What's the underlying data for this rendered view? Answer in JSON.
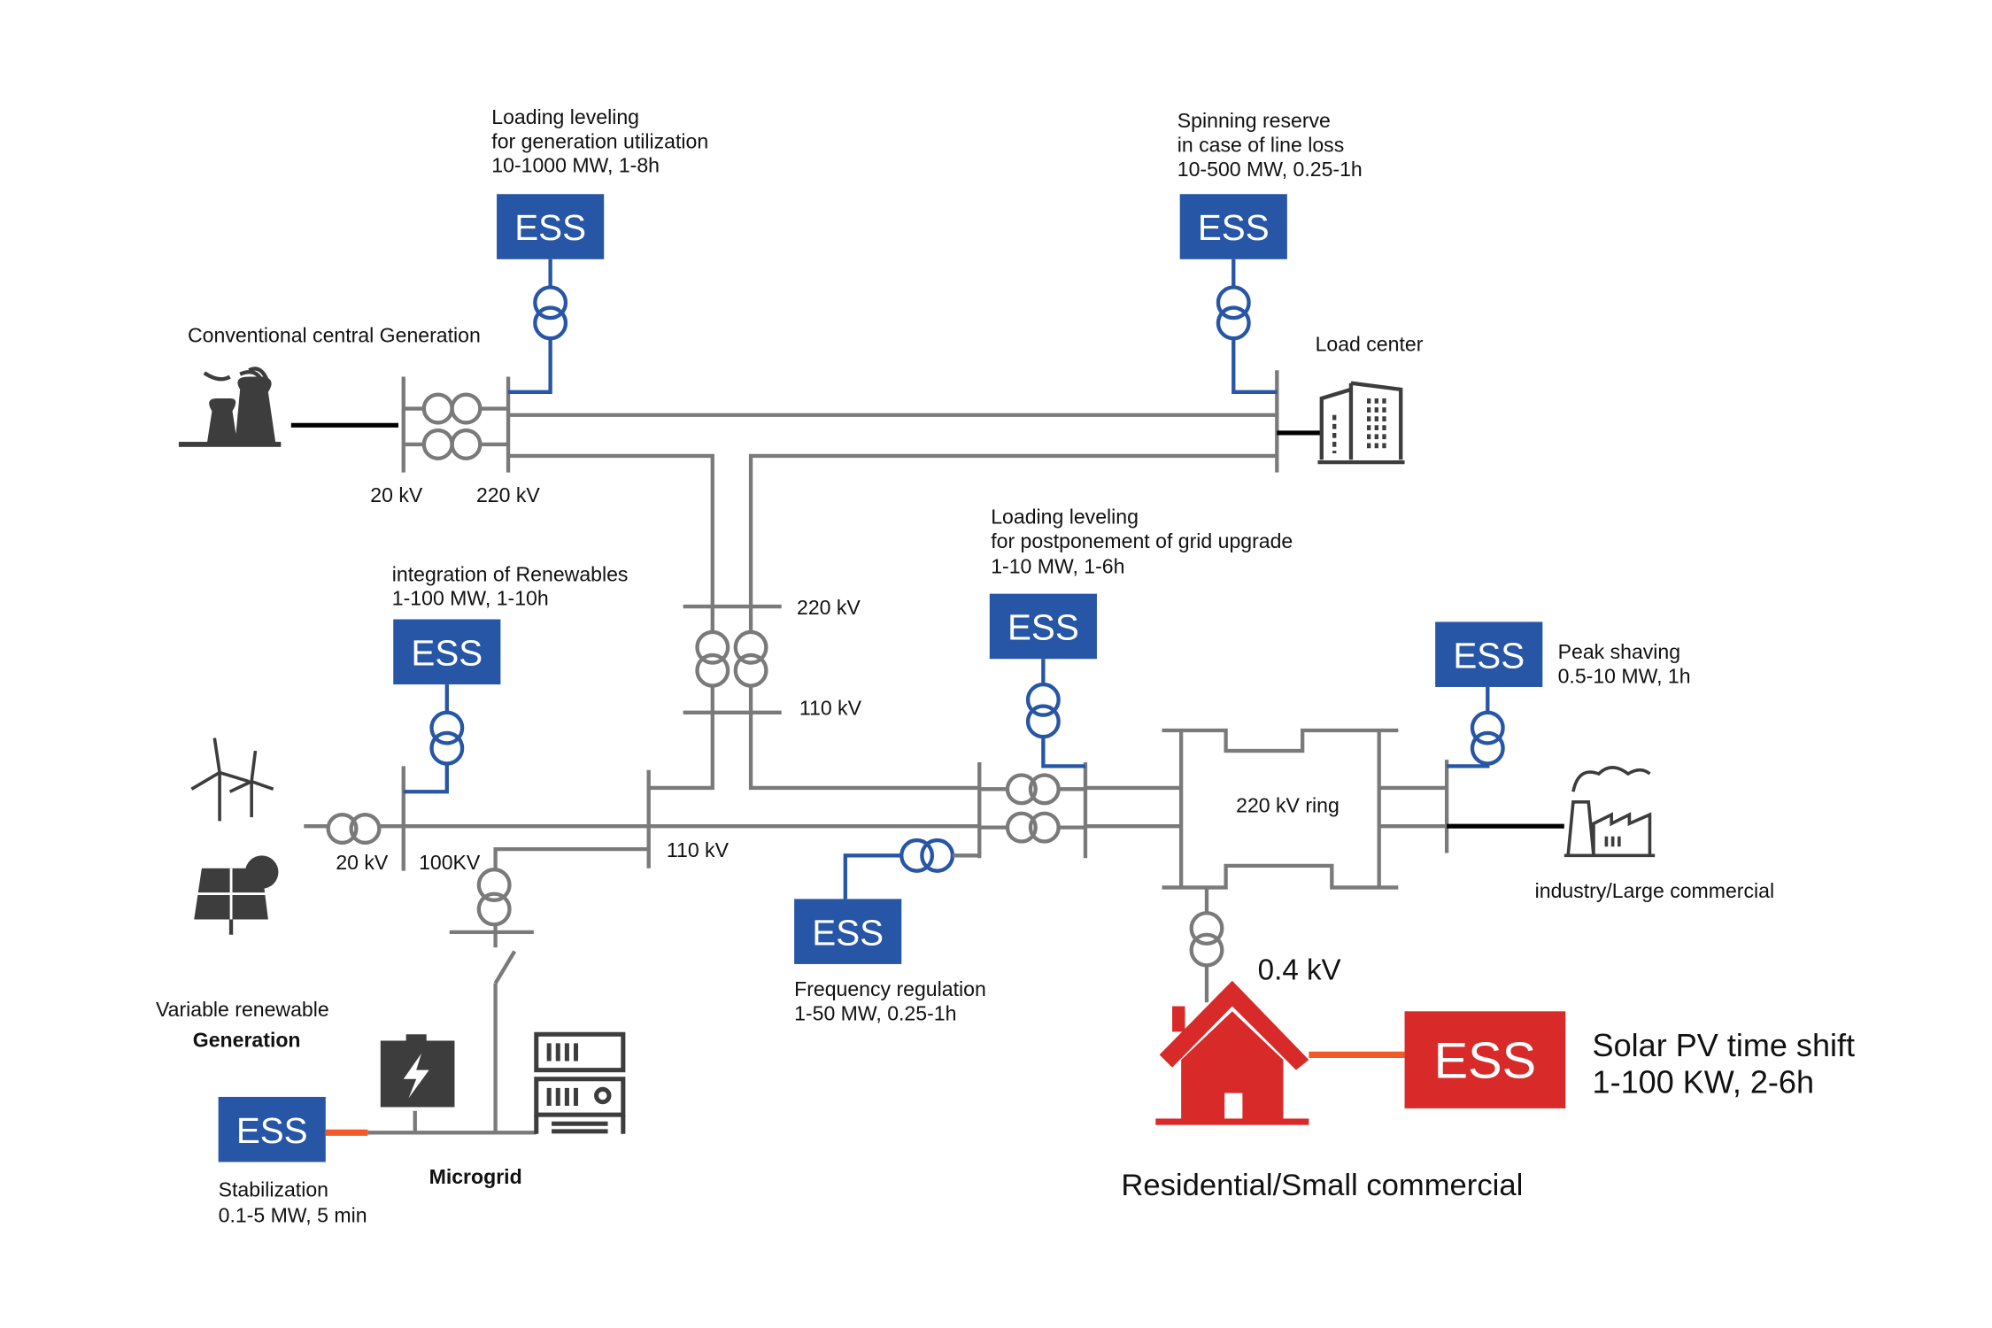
{
  "colors": {
    "ess_blue": "#2756a6",
    "ess_red": "#d92a2a",
    "line_gray": "#7a7a7a",
    "orange_link": "#f05a28"
  },
  "ess_label": "ESS",
  "annotations": {
    "gen_leveling": [
      "Loading leveling",
      "for generation utilization",
      "10-1000 MW, 1-8h"
    ],
    "spinning": [
      "Spinning reserve",
      "in case of line loss",
      "10-500 MW, 0.25-1h"
    ],
    "renewables": [
      "integration of Renewables",
      "1-100 MW, 1-10h"
    ],
    "grid_upgrade": [
      "Loading leveling",
      "for postponement of grid upgrade",
      "1-10 MW, 1-6h"
    ],
    "peak": [
      "Peak shaving",
      "0.5-10 MW, 1h"
    ],
    "frequency": [
      "Frequency regulation",
      "1-50 MW, 0.25-1h"
    ],
    "stabilization": [
      "Stabilization",
      "0.1-5 MW, 5 min"
    ],
    "solar": [
      "Solar PV time shift",
      "1-100 KW, 2-6h"
    ]
  },
  "nodes": {
    "conventional": "Conventional central Generation",
    "load_center": "Load center",
    "variable_renewable": [
      "Variable renewable",
      "Generation"
    ],
    "microgrid": "Microgrid",
    "industry": "industry/Large commercial",
    "residential": "Residential/Small commercial"
  },
  "voltages": {
    "v20a": "20 kV",
    "v220a": "220 kV",
    "v220b": "220 kV",
    "v110a": "110 kV",
    "v20b": "20 kV",
    "v100": "100KV",
    "v110b": "110 kV",
    "ring": "220 kV ring",
    "v04": "0.4 kV"
  }
}
